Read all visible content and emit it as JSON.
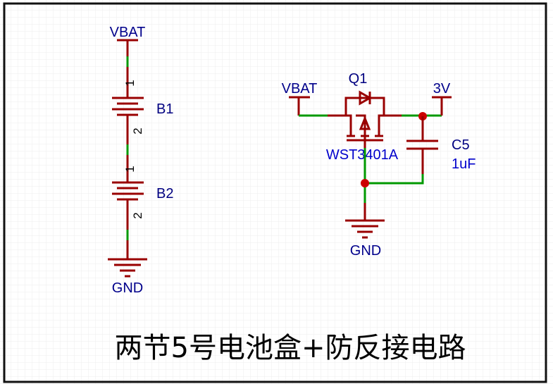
{
  "schematic": {
    "title": "两节5号电池盒+防反接电路",
    "colors": {
      "symbol": "#990000",
      "wire": "#009900",
      "net_label": "#00008b",
      "part_value": "#0000cc",
      "junction": "#cc0000",
      "grid": "#ececec",
      "border": "#000000"
    },
    "battery_section": {
      "power_net": "VBAT",
      "ground_net": "GND",
      "batteries": [
        {
          "ref": "B1",
          "pin_top": "1",
          "pin_bottom": "2"
        },
        {
          "ref": "B2",
          "pin_top": "1",
          "pin_bottom": "2"
        }
      ]
    },
    "protection_section": {
      "input_net": "VBAT",
      "output_net": "3V",
      "ground_net": "GND",
      "mosfet": {
        "ref": "Q1",
        "value": "WST3401A"
      },
      "capacitor": {
        "ref": "C5",
        "value": "1uF"
      }
    }
  }
}
